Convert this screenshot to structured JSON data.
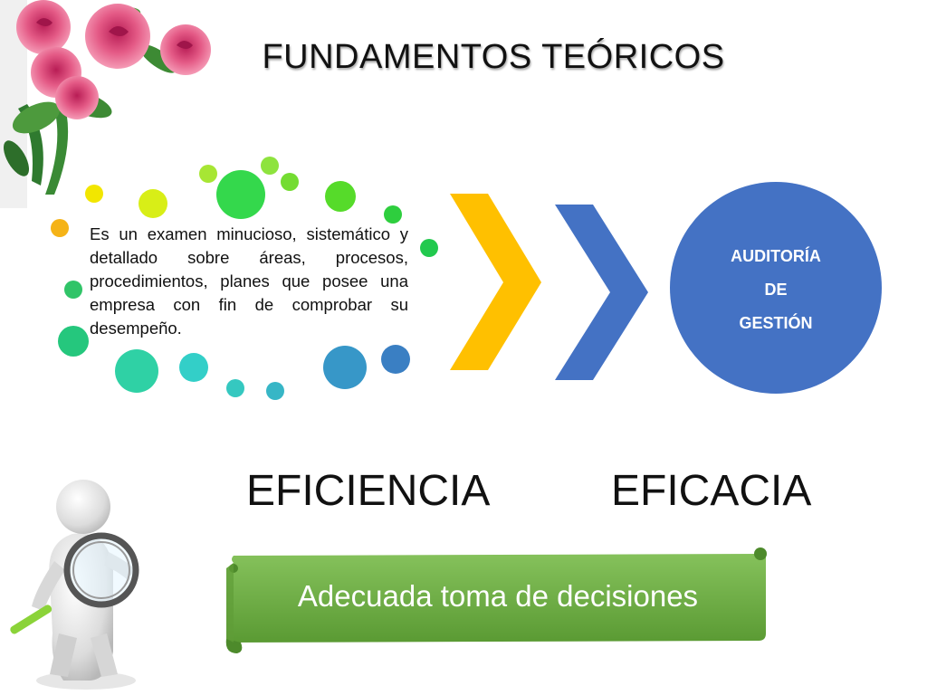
{
  "title": "FUNDAMENTOS  TEÓRICOS",
  "definition": "Es un examen minucioso, sistemático y detallado sobre áreas, procesos, procedimientos, planes que posee una empresa con fin de comprobar su desempeño.",
  "circle": {
    "line1": "AUDITORÍA",
    "line2": "DE",
    "line3": "GESTIÓN",
    "color": "#4472C4"
  },
  "words": {
    "left": "EFICIENCIA",
    "right": "EFICACIA"
  },
  "banner": {
    "text": "Adecuada toma de decisiones",
    "color": "#6DAE43"
  },
  "chevrons": {
    "first_color": "#FFC000",
    "second_color": "#4472C4"
  },
  "icons": {
    "decoration": "roses-decoration",
    "figure": "person-with-magnifier"
  }
}
